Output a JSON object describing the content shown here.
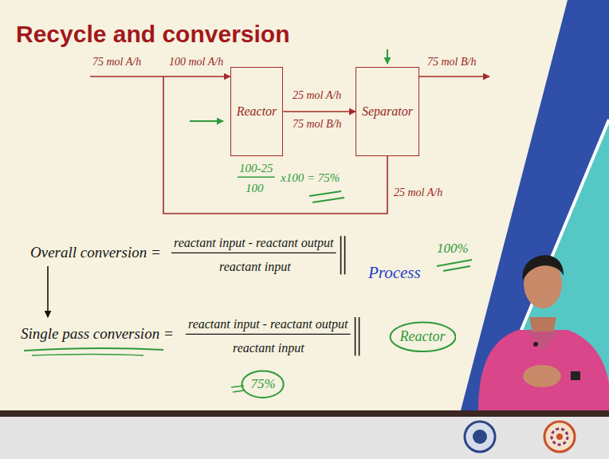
{
  "diagram": {
    "title": "Recycle and conversion",
    "nodes": [
      {
        "text": [
          "Reactor"
        ]
      },
      {
        "text": [
          "Separator"
        ]
      },
      {
        "text": [
          "Reactor"
        ]
      },
      {
        "text": [
          "75%"
        ]
      }
    ],
    "edges": [
      {
        "from": 0,
        "to": 1,
        "arrow": "to"
      },
      {
        "from": 1,
        "to": 0,
        "arrow": "to"
      }
    ],
    "labels": [
      "75 mol A/h",
      "100 mol A/h",
      "25 mol A/h",
      "75 mol B/h",
      "75 mol B/h",
      "25 mol A/h",
      "100-25",
      "100",
      "x100 = 75%",
      "Overall conversion =",
      "reactant input - reactant output",
      "reactant input",
      "Process",
      "100%",
      "Single pass conversion =",
      "reactant input - reactant output",
      "reactant input"
    ]
  }
}
